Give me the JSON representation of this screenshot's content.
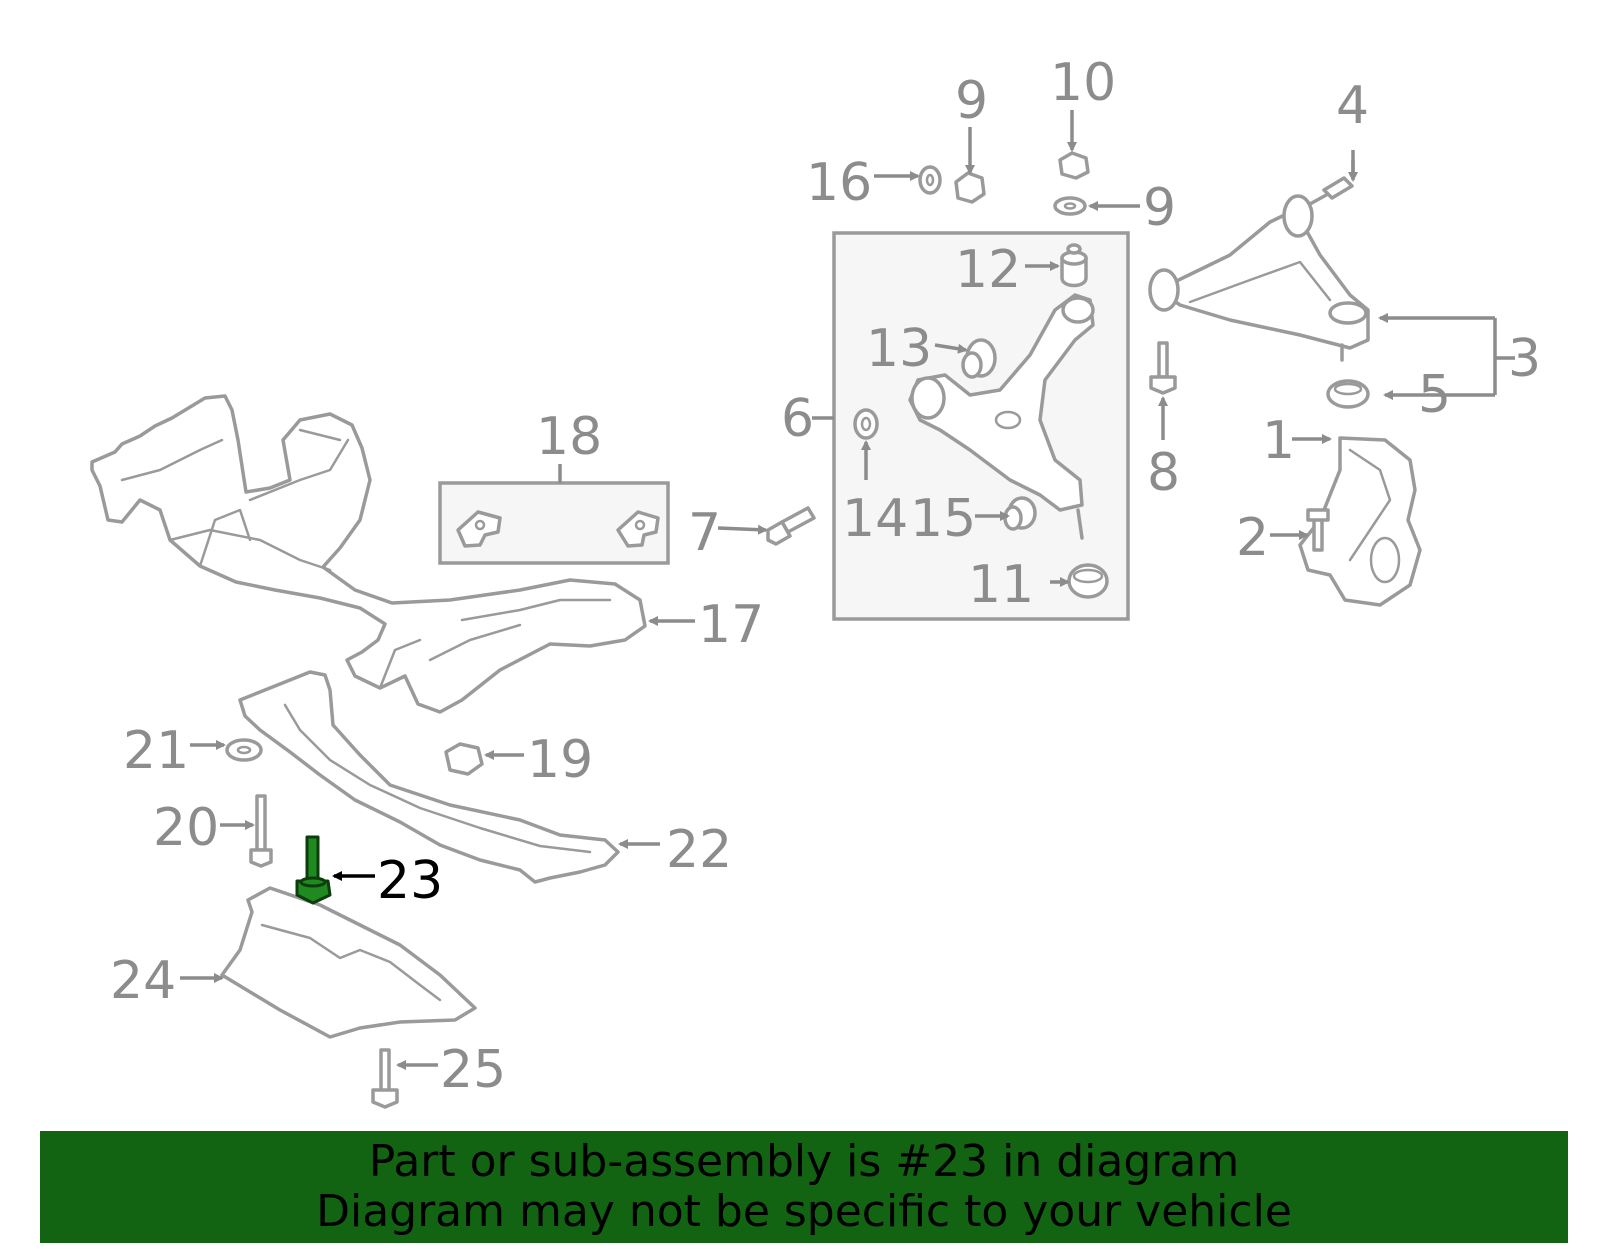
{
  "diagram": {
    "highlighted_part": "23",
    "colors": {
      "highlight": "#1f8a1f",
      "footer_background": "#126312",
      "part_outline": "#9a9a9a",
      "label_text": "#8c8c8c"
    },
    "labels": {
      "p1": "1",
      "p2": "2",
      "p3": "3",
      "p4": "4",
      "p5": "5",
      "p6": "6",
      "p7": "7",
      "p8": "8",
      "p9a": "9",
      "p9b": "9",
      "p10": "10",
      "p11": "11",
      "p12": "12",
      "p13": "13",
      "p14": "14",
      "p15": "15",
      "p16": "16",
      "p17": "17",
      "p18": "18",
      "p19": "19",
      "p20": "20",
      "p21": "21",
      "p22": "22",
      "p23": "23",
      "p24": "24",
      "p25": "25"
    }
  },
  "footer": {
    "line1": "Part or sub-assembly is #23 in diagram",
    "line2": "Diagram may not be specific to your vehicle"
  }
}
